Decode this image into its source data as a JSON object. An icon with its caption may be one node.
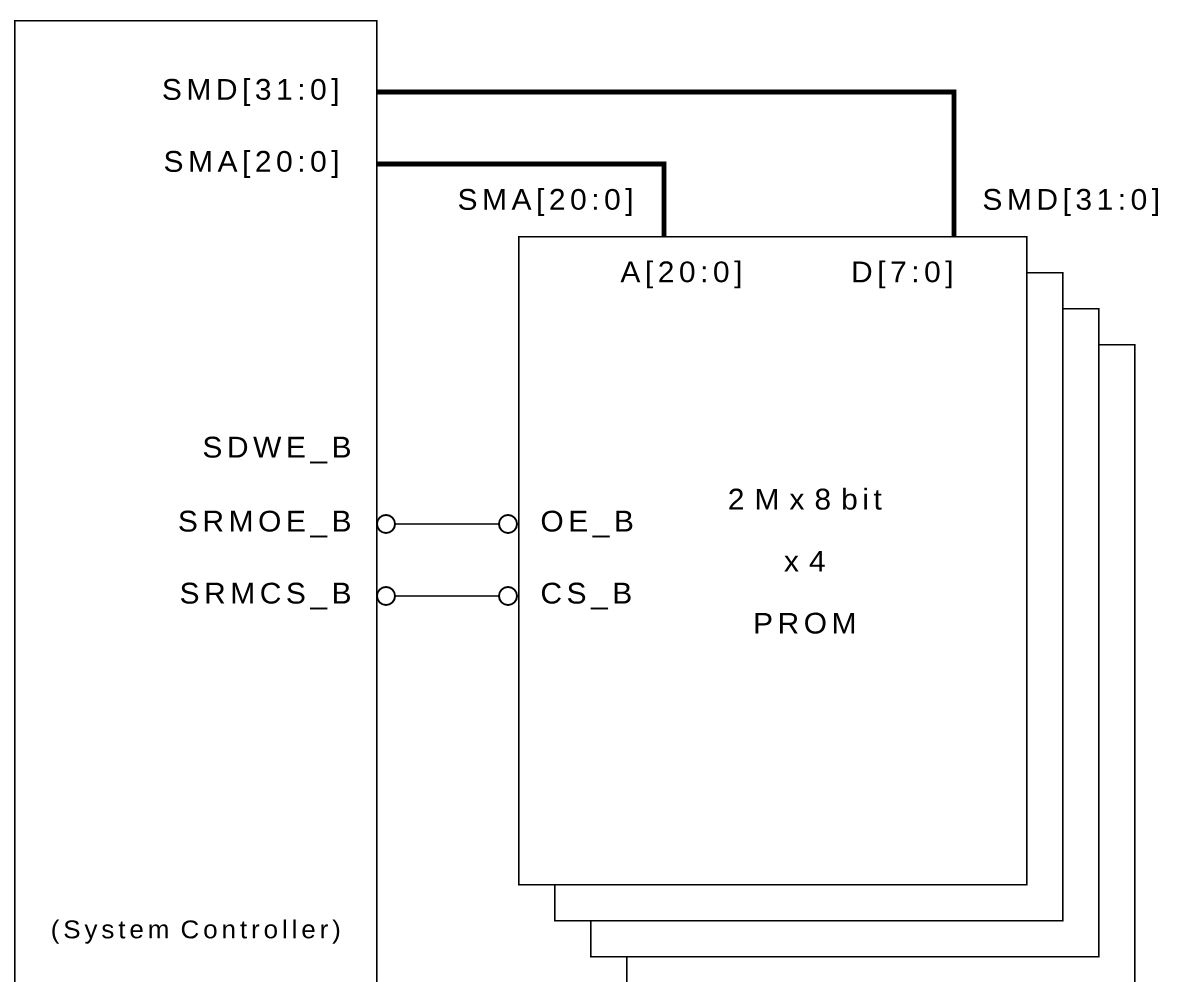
{
  "diagram": {
    "nodes": [
      {
        "text": [
          "(System Controller)"
        ]
      },
      {
        "text": [
          "SMD[31:0]"
        ],
        "in": 0
      },
      {
        "text": [
          "SMA[20:0]"
        ],
        "in": 0
      },
      {
        "text": [
          "SRMOE_B"
        ],
        "in": 0
      },
      {
        "text": [
          "SRMCS_B"
        ],
        "in": 0
      },
      {
        "text": [
          "2 M x 8 bit x 4 PROM"
        ]
      },
      {
        "text": [
          "A[20:0]"
        ],
        "in": 5
      },
      {
        "text": [
          "D[7:0]"
        ],
        "in": 5
      },
      {
        "text": [
          "OE_B"
        ],
        "in": 5
      },
      {
        "text": [
          "CS_B"
        ],
        "in": 5
      },
      {
        "text": [],
        "shape": "box"
      },
      {
        "text": [],
        "shape": "box"
      },
      {
        "text": [],
        "shape": "box"
      }
    ],
    "edges": [
      {
        "from": 1,
        "to": 7,
        "arrow": "none",
        "style": "thick",
        "label": "SMD[31:0]"
      },
      {
        "from": 2,
        "to": 6,
        "arrow": "none",
        "style": "thick",
        "label": "SMA[20:0]"
      },
      {
        "from": 3,
        "to": 8,
        "arrow": "other"
      },
      {
        "from": 4,
        "to": 9,
        "arrow": "other"
      }
    ],
    "labels": [
      "SDWE_B"
    ]
  }
}
